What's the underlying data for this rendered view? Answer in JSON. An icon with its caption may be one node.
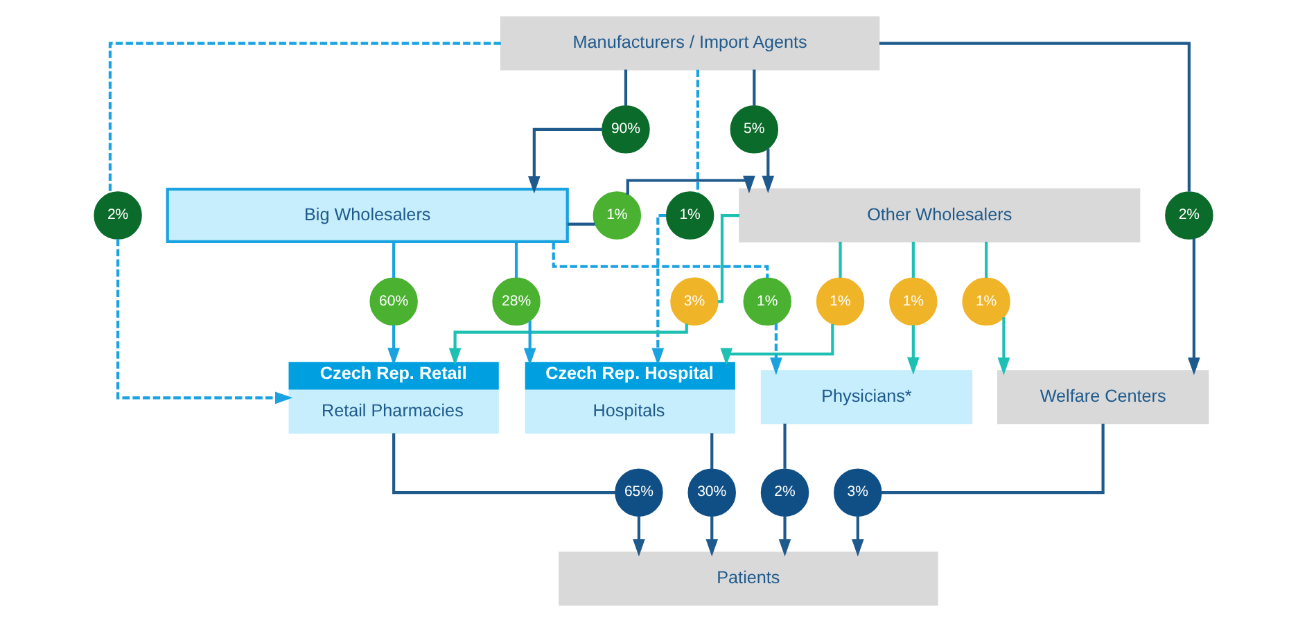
{
  "diagram": {
    "nodes": [
      {
        "text": [
          "Manufacturers / Import Agents"
        ]
      },
      {
        "text": [
          "90%"
        ]
      },
      {
        "text": [
          "5%"
        ]
      },
      {
        "text": [
          "Big Wholesalers"
        ]
      },
      {
        "text": [
          "1%"
        ]
      },
      {
        "text": [
          "Other Wholesalers"
        ]
      },
      {
        "text": [
          "2%"
        ]
      },
      {
        "text": [
          "1%"
        ]
      },
      {
        "text": [
          "2%"
        ]
      },
      {
        "text": [
          "3%"
        ]
      },
      {
        "text": [
          "1%"
        ]
      },
      {
        "text": [
          "1%"
        ]
      },
      {
        "text": [
          "1%"
        ]
      },
      {
        "text": [
          "60%"
        ]
      },
      {
        "text": [
          "28%"
        ]
      },
      {
        "text": [
          "1%"
        ]
      },
      {
        "text": [
          "Czech Rep. Retail",
          "Retail Pharmacies"
        ]
      },
      {
        "text": [
          "Czech Rep. Hospital",
          "Hospitals"
        ]
      },
      {
        "text": [
          "Physicians*"
        ]
      },
      {
        "text": [
          "Welfare Centers"
        ]
      },
      {
        "text": [
          "65%"
        ]
      },
      {
        "text": [
          "30%"
        ]
      },
      {
        "text": [
          "2%"
        ]
      },
      {
        "text": [
          "3%"
        ]
      },
      {
        "text": [
          "Patients"
        ]
      }
    ],
    "edges": [
      {
        "from": 0,
        "to": 1,
        "arrow": "none"
      },
      {
        "from": 1,
        "to": 3,
        "arrow": "to"
      },
      {
        "from": 0,
        "to": 2,
        "arrow": "none"
      },
      {
        "from": 2,
        "to": 5,
        "arrow": "to"
      },
      {
        "from": 3,
        "to": 4,
        "arrow": "none"
      },
      {
        "from": 4,
        "to": 5,
        "arrow": "to"
      },
      {
        "from": 0,
        "to": 6,
        "arrow": "none",
        "style": "dashed",
        "color": "#1aa3e0"
      },
      {
        "from": 6,
        "to": 16,
        "arrow": "to",
        "style": "dashed",
        "color": "#1aa3e0"
      },
      {
        "from": 0,
        "to": 7,
        "arrow": "none",
        "style": "dashed",
        "color": "#1aa3e0"
      },
      {
        "from": 7,
        "to": 17,
        "arrow": "to",
        "style": "dashed",
        "color": "#1aa3e0"
      },
      {
        "from": 0,
        "to": 8,
        "arrow": "none"
      },
      {
        "from": 8,
        "to": 19,
        "arrow": "to"
      },
      {
        "from": 5,
        "to": 9,
        "arrow": "none",
        "color": "#1fc0b4"
      },
      {
        "from": 9,
        "to": 16,
        "arrow": "to",
        "color": "#1fc0b4"
      },
      {
        "from": 5,
        "to": 10,
        "arrow": "none",
        "color": "#1fc0b4"
      },
      {
        "from": 10,
        "to": 17,
        "arrow": "to",
        "color": "#1fc0b4"
      },
      {
        "from": 5,
        "to": 11,
        "arrow": "none",
        "color": "#1fc0b4"
      },
      {
        "from": 11,
        "to": 18,
        "arrow": "to",
        "color": "#1fc0b4"
      },
      {
        "from": 5,
        "to": 12,
        "arrow": "none",
        "color": "#1fc0b4"
      },
      {
        "from": 12,
        "to": 19,
        "arrow": "to",
        "color": "#1fc0b4"
      },
      {
        "from": 3,
        "to": 13,
        "arrow": "none",
        "color": "#1aa3e0"
      },
      {
        "from": 13,
        "to": 16,
        "arrow": "to",
        "color": "#1aa3e0"
      },
      {
        "from": 3,
        "to": 14,
        "arrow": "none",
        "color": "#1aa3e0"
      },
      {
        "from": 14,
        "to": 17,
        "arrow": "to",
        "color": "#1aa3e0"
      },
      {
        "from": 3,
        "to": 15,
        "arrow": "none",
        "style": "dashed",
        "color": "#1aa3e0"
      },
      {
        "from": 15,
        "to": 18,
        "arrow": "to",
        "style": "dashed",
        "color": "#1aa3e0"
      },
      {
        "from": 16,
        "to": 20,
        "arrow": "none"
      },
      {
        "from": 17,
        "to": 21,
        "arrow": "none"
      },
      {
        "from": 18,
        "to": 22,
        "arrow": "none"
      },
      {
        "from": 19,
        "to": 23,
        "arrow": "none"
      },
      {
        "from": 20,
        "to": 24,
        "arrow": "to"
      },
      {
        "from": 21,
        "to": 24,
        "arrow": "to"
      },
      {
        "from": 22,
        "to": 24,
        "arrow": "to"
      },
      {
        "from": 23,
        "to": 24,
        "arrow": "to"
      }
    ]
  }
}
